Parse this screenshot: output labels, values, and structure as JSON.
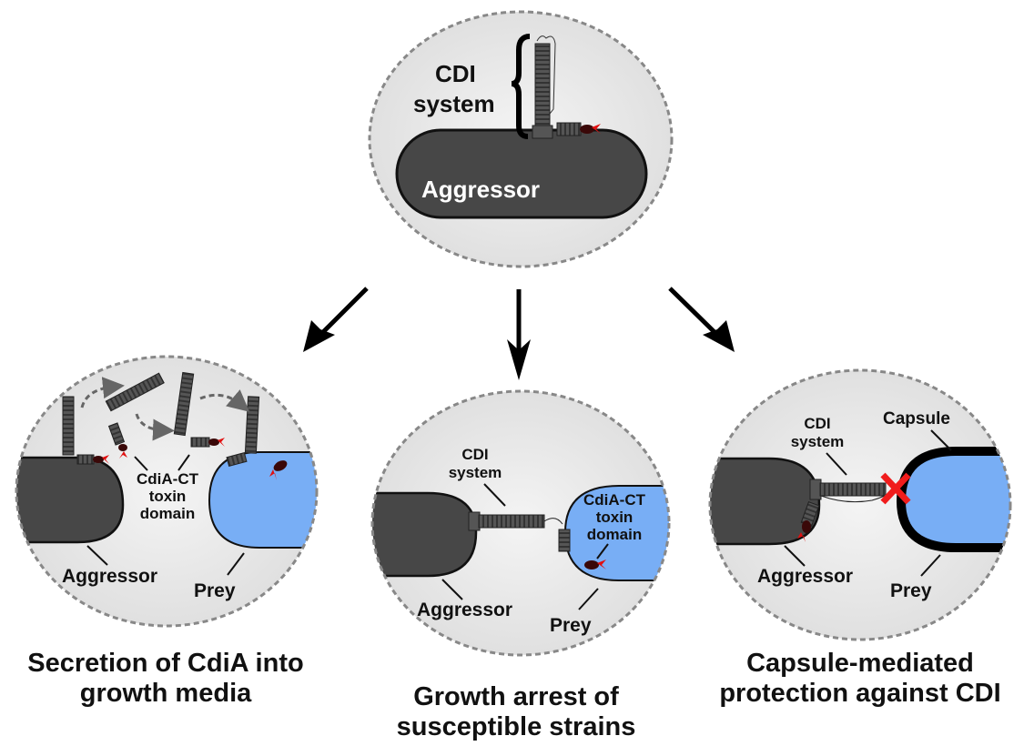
{
  "colors": {
    "aggressor": "#474747",
    "prey": "#78aef5",
    "panel_bg": "#e6e6e6",
    "dashed_border": "#888888",
    "toxin_red": "#e01010",
    "toxin_dark": "#3a0808",
    "block_x": "#f01c1c",
    "arrow": "#000000"
  },
  "top_panel": {
    "bracket_label_line1": "CDI",
    "bracket_label_line2": "system",
    "cell_label": "Aggressor"
  },
  "left_panel": {
    "toxin_label_line1": "CdiA-CT",
    "toxin_label_line2": "toxin",
    "toxin_label_line3": "domain",
    "aggressor_label": "Aggressor",
    "prey_label": "Prey",
    "caption_line1": "Secretion of CdiA into",
    "caption_line2": "growth media"
  },
  "middle_panel": {
    "system_label_line1": "CDI",
    "system_label_line2": "system",
    "toxin_label_line1": "CdiA-CT",
    "toxin_label_line2": "toxin",
    "toxin_label_line3": "domain",
    "aggressor_label": "Aggressor",
    "prey_label": "Prey",
    "caption_line1": "Growth arrest of",
    "caption_line2": "susceptible strains"
  },
  "right_panel": {
    "system_label_line1": "CDI",
    "system_label_line2": "system",
    "capsule_label": "Capsule",
    "aggressor_label": "Aggressor",
    "prey_label": "Prey",
    "caption_line1": "Capsule-mediated",
    "caption_line2": "protection against CDI"
  }
}
